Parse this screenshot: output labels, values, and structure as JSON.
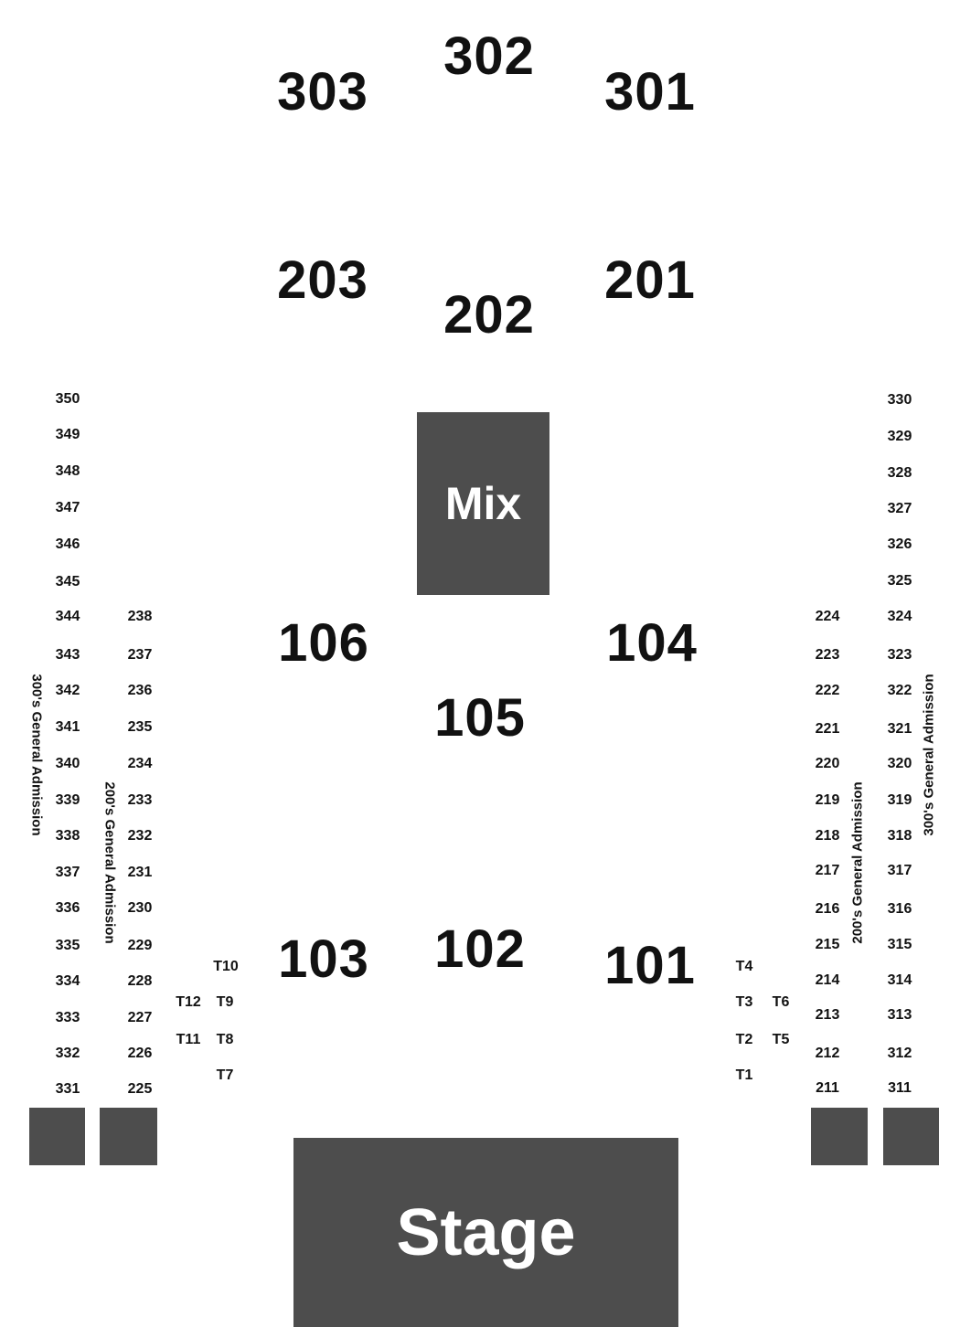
{
  "sections": {
    "s302": "302",
    "s303": "303",
    "s301": "301",
    "s203": "203",
    "s201": "201",
    "s202": "202",
    "s106": "106",
    "s104": "104",
    "s105": "105",
    "s103": "103",
    "s102": "102",
    "s101": "101"
  },
  "mix_label": "Mix",
  "stage_label": "Stage",
  "general_admission": {
    "ga300_left": "300's General Admission",
    "ga200_left": "200's General Admission",
    "ga200_right": "200's General Admission",
    "ga300_right": "300's General Admission"
  },
  "rows": {
    "left300": [
      "350",
      "349",
      "348",
      "347",
      "346",
      "345",
      "344",
      "343",
      "342",
      "341",
      "340",
      "339",
      "338",
      "337",
      "336",
      "335",
      "334",
      "333",
      "332",
      "331"
    ],
    "left200": [
      "238",
      "237",
      "236",
      "235",
      "234",
      "233",
      "232",
      "231",
      "230",
      "229",
      "228",
      "227",
      "226",
      "225"
    ],
    "right200": [
      "224",
      "223",
      "222",
      "221",
      "220",
      "219",
      "218",
      "217",
      "216",
      "215",
      "214",
      "213",
      "212",
      "211"
    ],
    "right300": [
      "330",
      "329",
      "328",
      "327",
      "326",
      "325",
      "324",
      "323",
      "322",
      "321",
      "320",
      "319",
      "318",
      "317",
      "316",
      "315",
      "314",
      "313",
      "312",
      "311"
    ]
  },
  "tables": {
    "t10": "T10",
    "t12": "T12",
    "t9": "T9",
    "t11": "T11",
    "t8": "T8",
    "t7": "T7",
    "t4": "T4",
    "t3": "T3",
    "t6": "T6",
    "t2": "T2",
    "t5": "T5",
    "t1": "T1"
  },
  "colors": {
    "block": "#4d4d4d",
    "text": "#111111",
    "block_text": "#ffffff"
  }
}
